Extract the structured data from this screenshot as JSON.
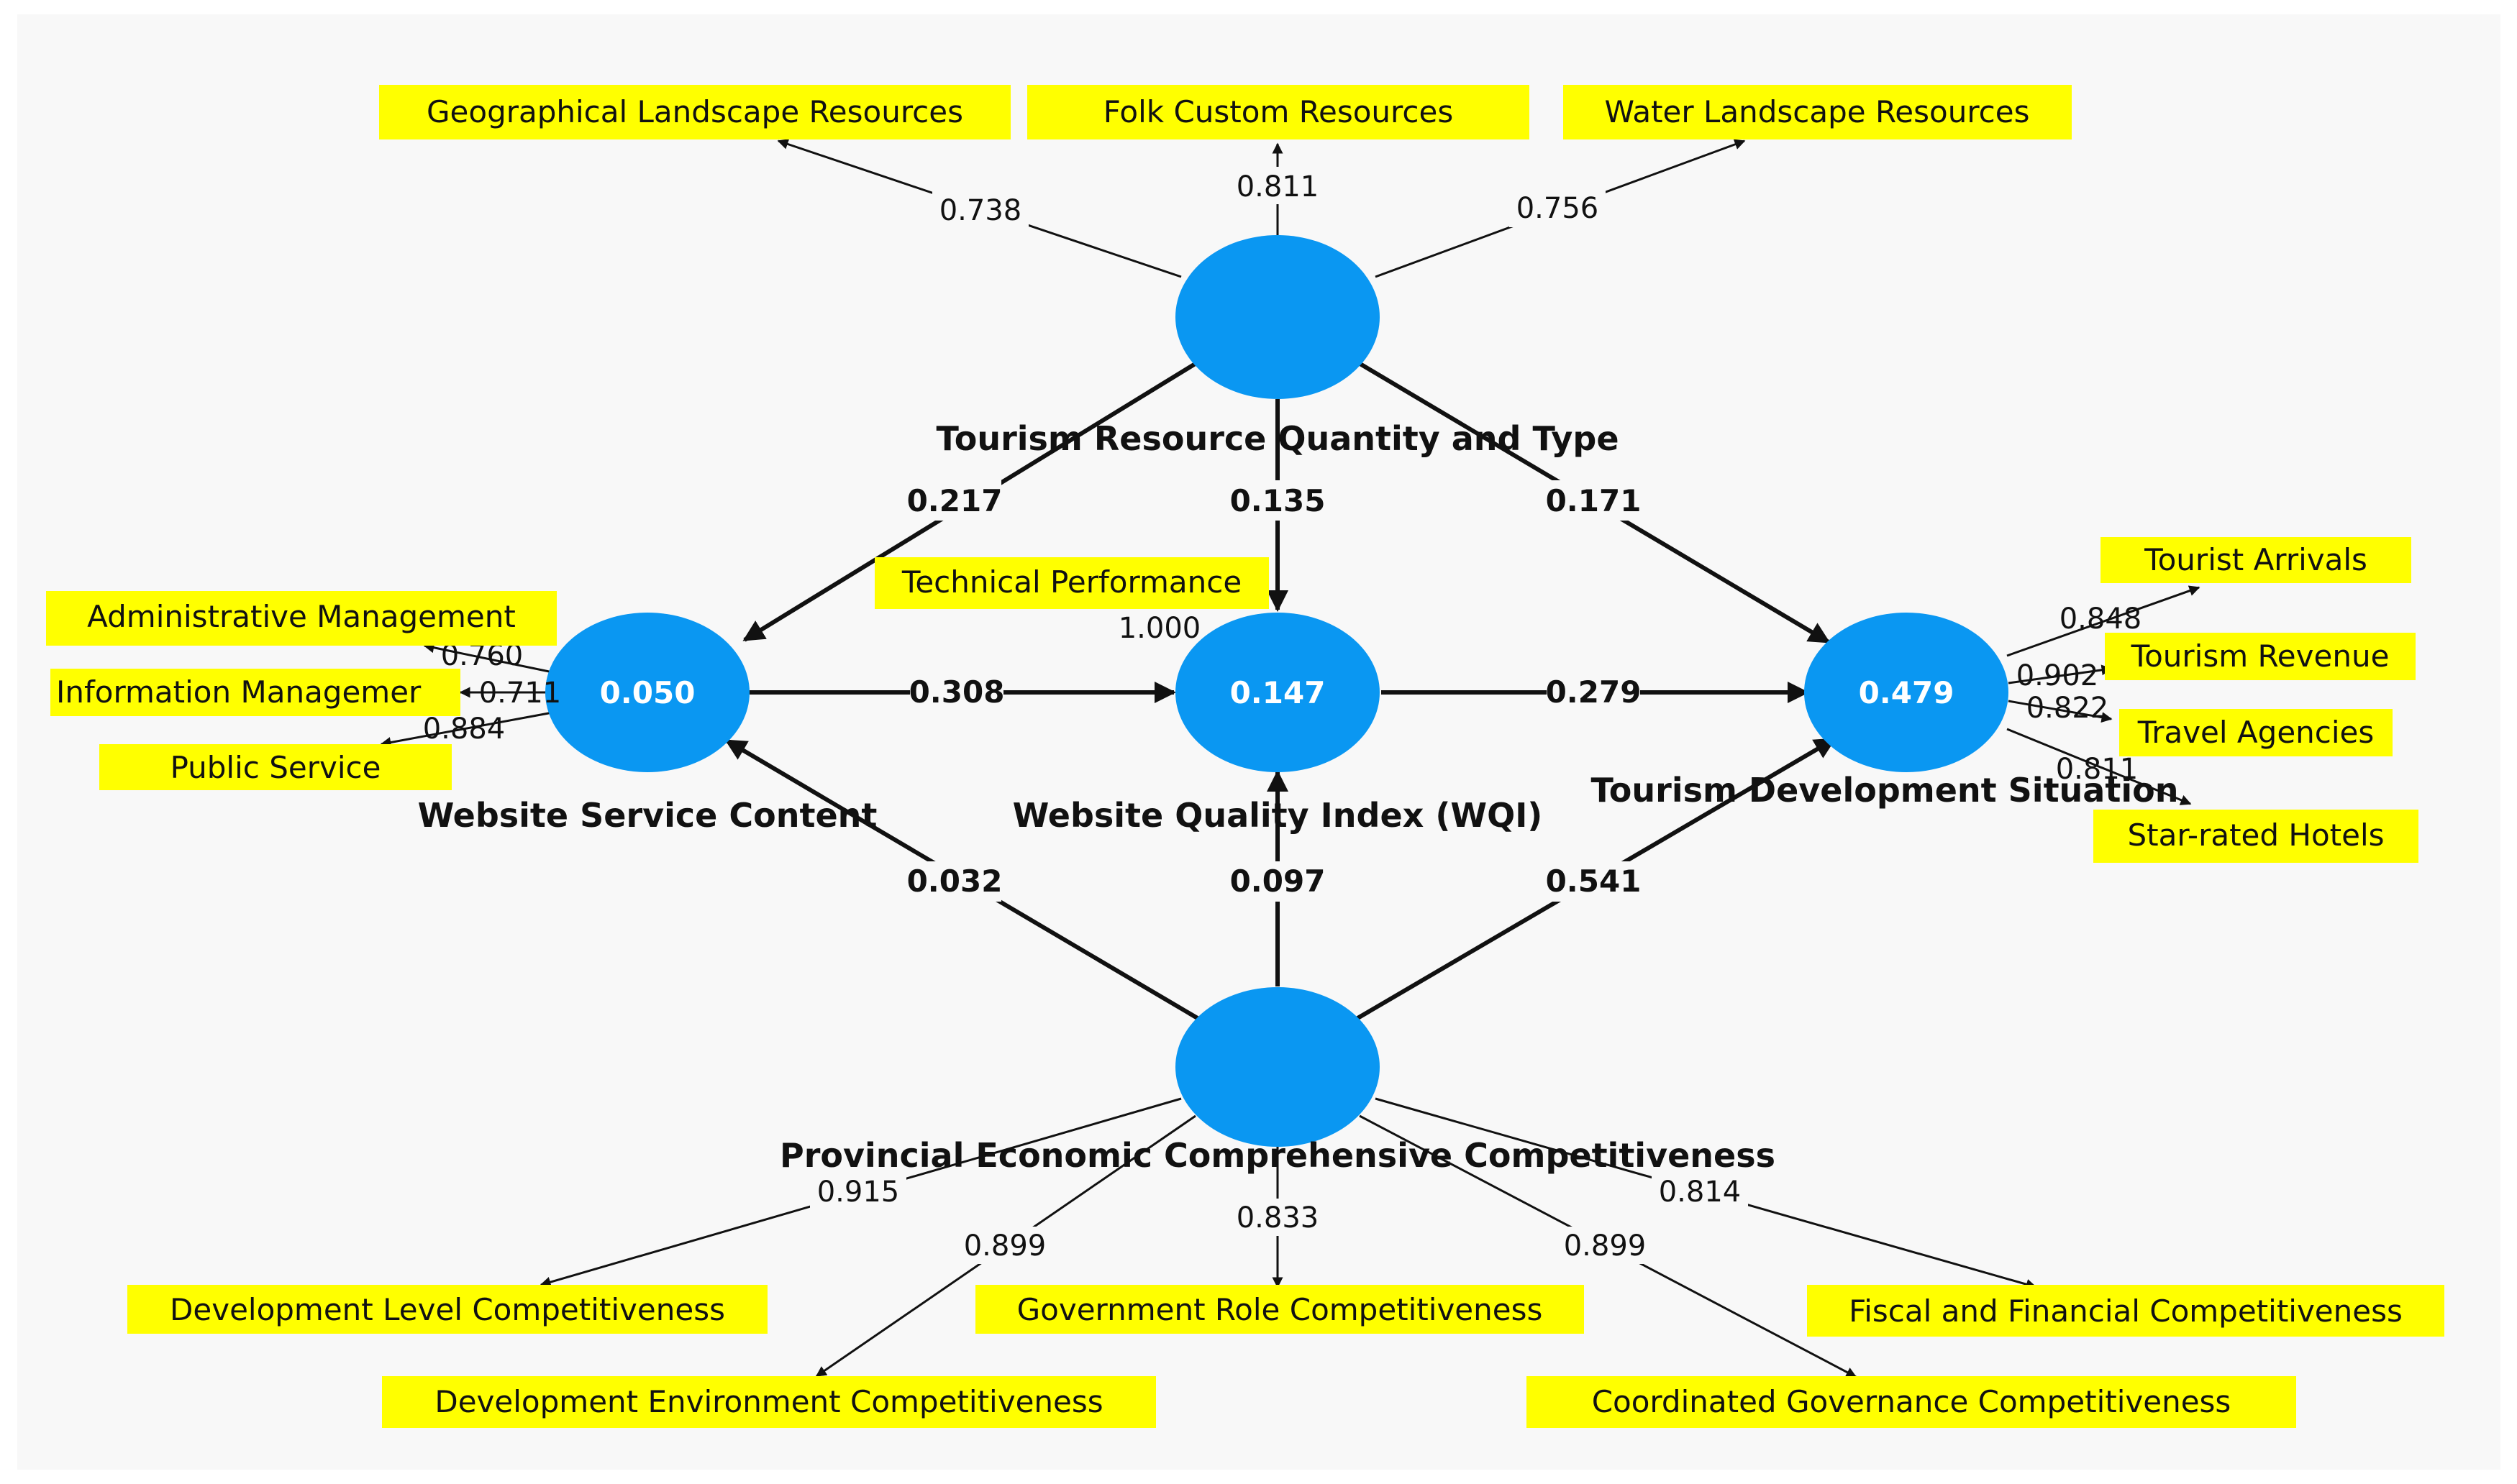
{
  "colors": {
    "latent": "#0a97f2",
    "indicator_bg": "#ffff00",
    "line": "#111111",
    "background": "#f8f8f8"
  },
  "latent_variables": [
    {
      "id": "TR",
      "name": "Tourism Resource Quantity and Type",
      "r2": ""
    },
    {
      "id": "WSC",
      "name": "Website Service Content",
      "r2": "0.050"
    },
    {
      "id": "WQI",
      "name": "Website Quality Index (WQI)",
      "r2": "0.147"
    },
    {
      "id": "TDS",
      "name": "Tourism Development Situation",
      "r2": "0.479"
    },
    {
      "id": "PE",
      "name": "Provincial Economic Comprehensive Competitiveness",
      "r2": ""
    }
  ],
  "indicators": [
    {
      "id": "glr",
      "label": "Geographical Landscape Resources",
      "latent": "TR",
      "loading": "0.738"
    },
    {
      "id": "fcr",
      "label": "Folk Custom Resources",
      "latent": "TR",
      "loading": "0.811"
    },
    {
      "id": "wlr",
      "label": "Water Landscape Resources",
      "latent": "TR",
      "loading": "0.756"
    },
    {
      "id": "am",
      "label": "Administrative Management",
      "latent": "WSC",
      "loading": "0.760"
    },
    {
      "id": "im",
      "label": "Information Managemer",
      "latent": "WSC",
      "loading": "0.711"
    },
    {
      "id": "ps",
      "label": "Public Service",
      "latent": "WSC",
      "loading": "0.884"
    },
    {
      "id": "tp",
      "label": "Technical Performance",
      "latent": "WQI",
      "loading": "1.000"
    },
    {
      "id": "ta",
      "label": "Tourist Arrivals",
      "latent": "TDS",
      "loading": "0.848"
    },
    {
      "id": "trv",
      "label": "Tourism Revenue",
      "latent": "TDS",
      "loading": "0.902"
    },
    {
      "id": "tag",
      "label": "Travel Agencies",
      "latent": "TDS",
      "loading": "0.822"
    },
    {
      "id": "srh",
      "label": "Star-rated Hotels",
      "latent": "TDS",
      "loading": "0.811"
    },
    {
      "id": "dlc",
      "label": "Development Level Competitiveness",
      "latent": "PE",
      "loading": "0.915"
    },
    {
      "id": "dec",
      "label": "Development Environment Competitiveness",
      "latent": "PE",
      "loading": "0.899"
    },
    {
      "id": "grc",
      "label": "Government Role Competitiveness",
      "latent": "PE",
      "loading": "0.833"
    },
    {
      "id": "cgc",
      "label": "Coordinated Governance Competitiveness",
      "latent": "PE",
      "loading": "0.899"
    },
    {
      "id": "ffc",
      "label": "Fiscal and Financial Competitiveness",
      "latent": "PE",
      "loading": "0.814"
    }
  ],
  "paths": [
    {
      "id": "tr-wsc",
      "from": "TR",
      "to": "WSC",
      "coef": "0.217"
    },
    {
      "id": "tr-wqi",
      "from": "TR",
      "to": "WQI",
      "coef": "0.135"
    },
    {
      "id": "tr-tds",
      "from": "TR",
      "to": "TDS",
      "coef": "0.171"
    },
    {
      "id": "wsc-wqi",
      "from": "WSC",
      "to": "WQI",
      "coef": "0.308"
    },
    {
      "id": "wqi-tds",
      "from": "WQI",
      "to": "TDS",
      "coef": "0.279"
    },
    {
      "id": "pe-wsc",
      "from": "PE",
      "to": "WSC",
      "coef": "0.032"
    },
    {
      "id": "pe-wqi",
      "from": "PE",
      "to": "WQI",
      "coef": "0.097"
    },
    {
      "id": "pe-tds",
      "from": "PE",
      "to": "TDS",
      "coef": "0.541"
    }
  ]
}
